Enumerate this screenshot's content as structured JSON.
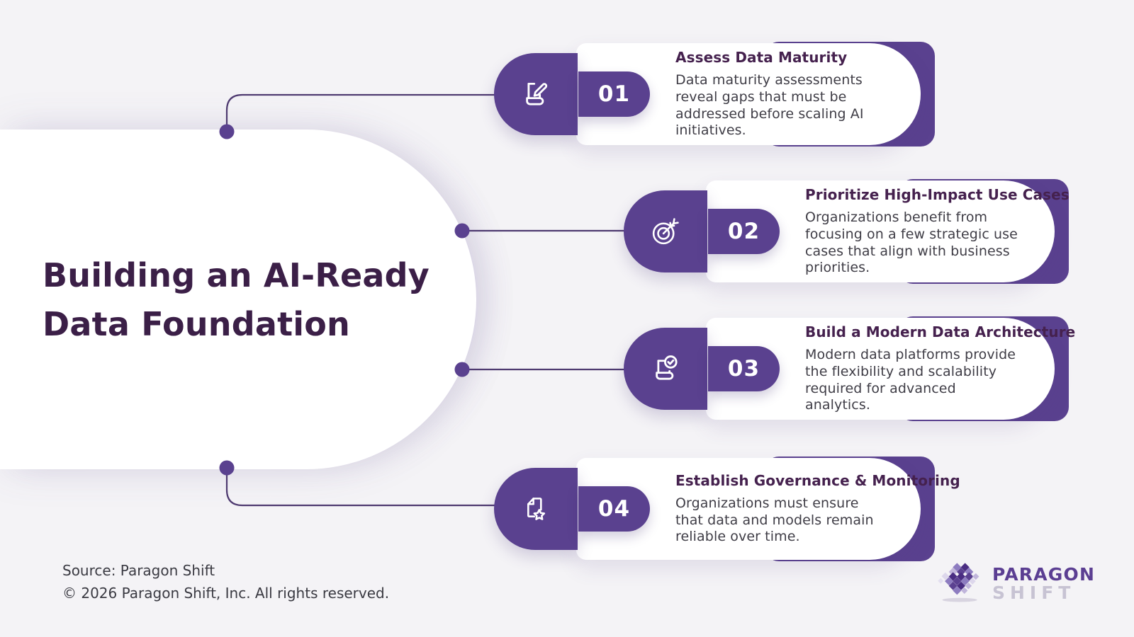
{
  "hero": {
    "title_line1": "Building an AI-Ready",
    "title_line2": "Data Foundation"
  },
  "steps": [
    {
      "number": "01",
      "icon": "edit-document-icon",
      "title": "Assess Data Maturity",
      "description": "Data maturity assessments reveal gaps that must be addressed before scaling AI initiatives."
    },
    {
      "number": "02",
      "icon": "target-dart-icon",
      "title": "Prioritize High-Impact Use Cases",
      "description": "Organizations benefit from focusing on a few strategic use cases that align with business priorities."
    },
    {
      "number": "03",
      "icon": "document-check-icon",
      "title": "Build a Modern Data Architecture",
      "description": "Modern data platforms provide the flexibility and scalability required for advanced analytics."
    },
    {
      "number": "04",
      "icon": "document-star-icon",
      "title": "Establish Governance & Monitoring",
      "description": "Organizations must ensure that data and models remain reliable over time."
    }
  ],
  "footer": {
    "source": "Source: Paragon Shift",
    "copyright": "© 2026 Paragon Shift, Inc. All rights reserved."
  },
  "logo": {
    "name": "PARAGON",
    "subname": "SHIFT"
  },
  "colors": {
    "background": "#f4f3f6",
    "purple": "#5a418f",
    "dark_title": "#3b1f47",
    "card_title": "#45214e",
    "body_text": "#3f3d46",
    "connector_line": "#4e3a70",
    "logo_gray": "#c7c3d3"
  }
}
